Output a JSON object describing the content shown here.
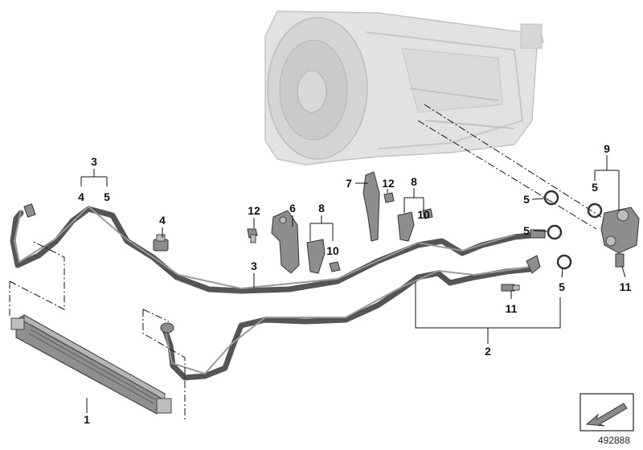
{
  "diagram": {
    "document_id": "492888",
    "labels": {
      "p1": "1",
      "p2": "2",
      "p3_group": "3",
      "p3_group_sub_a": "4",
      "p3_group_sub_b": "5",
      "p3_hose": "3",
      "p4": "4",
      "p5_upper_left": "5",
      "p5_upper_right": "5",
      "p5_middle": "5",
      "p5_lower": "5",
      "p6": "6",
      "p7": "7",
      "p8_left": "8",
      "p8_right": "8",
      "p9": "9",
      "p10_left": "10",
      "p10_right": "10",
      "p11_left": "11",
      "p11_right": "11",
      "p12_left": "12",
      "p12_right": "12"
    }
  }
}
